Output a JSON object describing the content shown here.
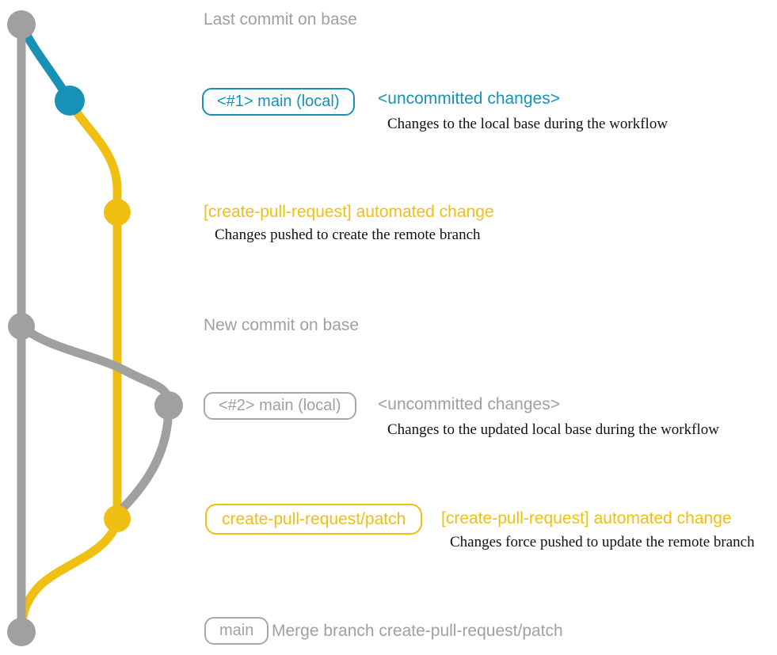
{
  "colors": {
    "gray": "#a0a0a0",
    "blue": "#1791b5",
    "yellow": "#efc011",
    "description_text": "#111111"
  },
  "rows": {
    "last_commit": {
      "label": "Last commit on base"
    },
    "uncommitted_1": {
      "badge": "<#1> main (local)",
      "title": "<uncommitted changes>",
      "description": "Changes to the local base during the workflow"
    },
    "automated_1": {
      "title": "[create-pull-request] automated change",
      "description": "Changes pushed to create the remote branch"
    },
    "new_commit": {
      "label": "New commit on base"
    },
    "uncommitted_2": {
      "badge": "<#2> main (local)",
      "title": "<uncommitted changes>",
      "description": "Changes to the updated local base during the workflow"
    },
    "automated_2": {
      "badge": "create-pull-request/patch",
      "title": "[create-pull-request] automated change",
      "description": "Changes force pushed to update the remote branch"
    },
    "merge": {
      "badge": "main",
      "label": "Merge branch create-pull-request/patch"
    }
  },
  "graph": {
    "branches": [
      {
        "name": "base",
        "color_key": "gray"
      },
      {
        "name": "main (local)",
        "color_key": "blue"
      },
      {
        "name": "create-pull-request/patch",
        "color_key": "yellow"
      }
    ],
    "nodes": [
      {
        "id": "last-commit-on-base",
        "branch": "base",
        "color_key": "gray"
      },
      {
        "id": "uncommitted-changes-1",
        "branch": "main (local)",
        "color_key": "blue"
      },
      {
        "id": "automated-change-1",
        "branch": "create-pull-request/patch",
        "color_key": "yellow"
      },
      {
        "id": "new-commit-on-base",
        "branch": "base",
        "color_key": "gray"
      },
      {
        "id": "uncommitted-changes-2",
        "branch": "main (local)",
        "color_key": "gray"
      },
      {
        "id": "automated-change-2",
        "branch": "create-pull-request/patch",
        "color_key": "yellow"
      },
      {
        "id": "merge-commit",
        "branch": "base",
        "color_key": "gray"
      }
    ]
  }
}
